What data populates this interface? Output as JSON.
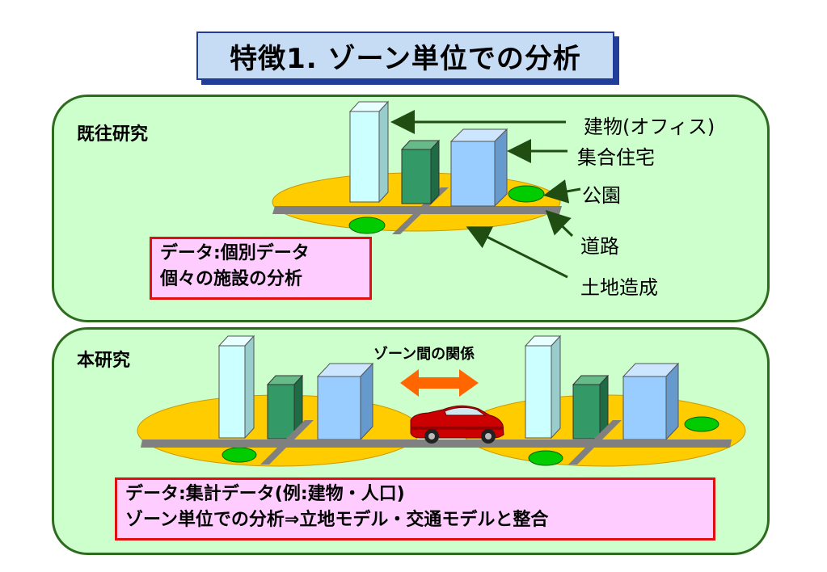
{
  "title": "特徴1. ゾーン単位での分析",
  "prior_study": {
    "heading": "既往研究",
    "labels": {
      "building": "建物(オフィス)",
      "housing": "集合住宅",
      "park": "公園",
      "road": "道路",
      "land": "土地造成"
    },
    "note": {
      "line1": "データ:個別データ",
      "line2": "個々の施設の分析"
    }
  },
  "this_study": {
    "heading": "本研究",
    "relation_label": "ゾーン間の関係",
    "note": {
      "line1": "データ:集計データ(例:建物・人口)",
      "line2": "ゾーン単位での分析⇒立地モデル・交通モデルと整合"
    }
  },
  "colors": {
    "panel_bg": "#ccffcc",
    "panel_border": "#2d6b1e",
    "ellipse": "#ffcc00",
    "road": "#808080",
    "tall_building": "#ccffff",
    "green_building": "#339966",
    "blue_building": "#99ccff",
    "park": "#00cc00",
    "note_bg": "#ffccff",
    "note_border": "#e01010",
    "arrow_orange": "#ff6600",
    "car": "#cc0000"
  }
}
